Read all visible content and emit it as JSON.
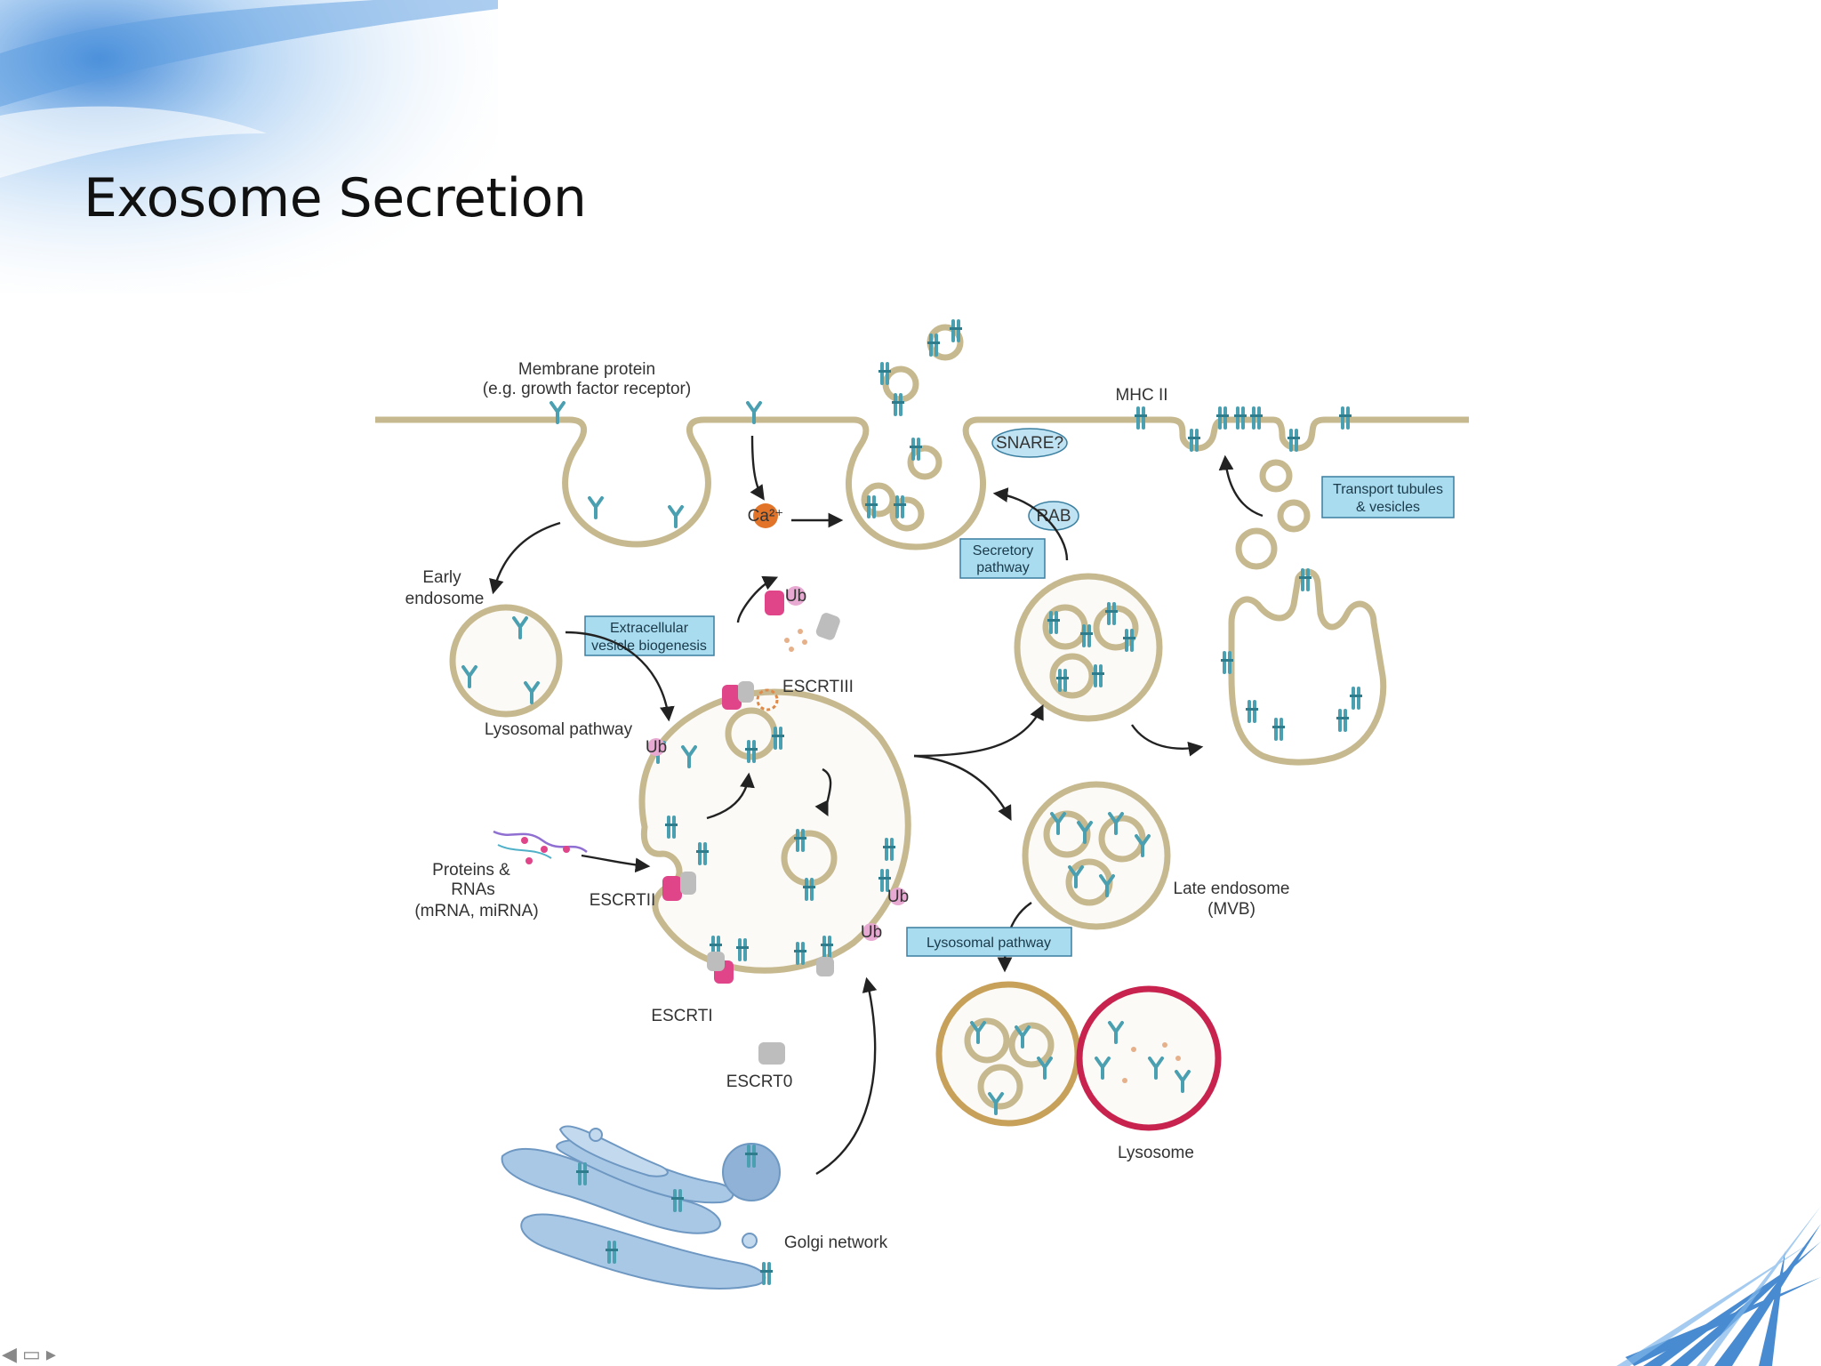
{
  "title": "Exosome Secretion",
  "labels": {
    "membrane_protein_1": "Membrane protein",
    "membrane_protein_2": "(e.g. growth factor receptor)",
    "mhc2": "MHC II",
    "snare": "SNARE?",
    "rab": "RAB",
    "secretory_1": "Secretory",
    "secretory_2": "pathway",
    "transport_1": "Transport tubules",
    "transport_2": "& vesicles",
    "early_endosome_1": "Early",
    "early_endosome_2": "endosome",
    "ev_biogenesis_1": "Extracellular",
    "ev_biogenesis_2": "vesicle biogenesis",
    "lysosomal_pathway_upper": "Lysosomal pathway",
    "escrt3": "ESCRTIII",
    "proteins_1": "Proteins &",
    "proteins_2": "RNAs",
    "proteins_3": "(mRNA, miRNA)",
    "escrt2": "ESCRTII",
    "escrt1": "ESCRTI",
    "escrt0": "ESCRT0",
    "late_endosome_1": "Late endosome",
    "late_endosome_2": "(MVB)",
    "lysosomal_pathway_box": "Lysosomal pathway",
    "lysosome": "Lysosome",
    "golgi": "Golgi network",
    "ub": "Ub",
    "ca": "Ca²⁺"
  },
  "colors": {
    "membrane": "#c7b98f",
    "receptor": "#4a9fb0",
    "label_box": "#a9dcef",
    "escrt_pink": "#e0458a",
    "escrt_grey": "#bdbdbd",
    "lysosome_red": "#c8234e",
    "lysosome_tan": "#c7a15a",
    "golgi_blue": "#7fa8cf"
  }
}
